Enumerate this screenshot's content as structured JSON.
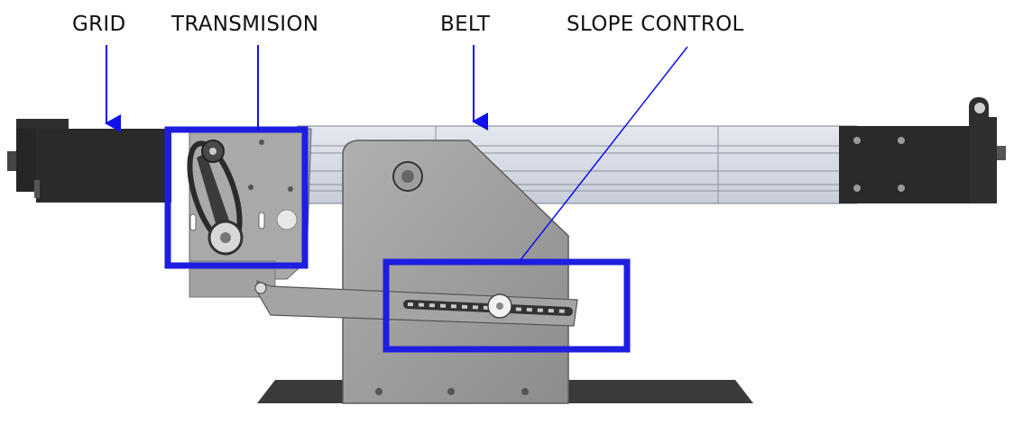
{
  "labels": {
    "grid": "GRID",
    "transmision": "TRANSMISION",
    "belt": "BELT",
    "slope_control": "SLOPE CONTROL"
  },
  "colors": {
    "callout": "#1010ee",
    "highlight_box": "#1e1ee0",
    "dark_metal": "#2a2a2a",
    "plate_grey": "#9a9a9a",
    "belt_light": "#d6dce6",
    "base_dark": "#3a3a3a"
  },
  "icons": {
    "arrow": "down-arrow-icon",
    "bolt": "bolt-icon"
  }
}
